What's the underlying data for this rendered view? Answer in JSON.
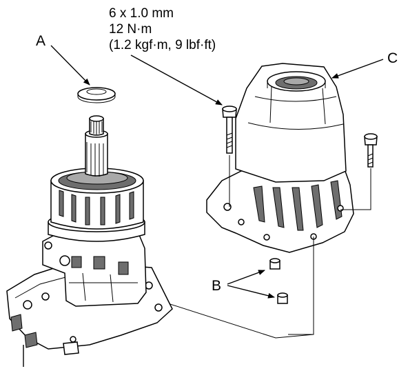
{
  "torque_spec": {
    "line1": "6 x 1.0 mm",
    "line2": "12 N·m",
    "line3": "(1.2 kgf·m, 9 lbf·ft)"
  },
  "callouts": {
    "a": "A",
    "b": "B",
    "c": "C"
  }
}
